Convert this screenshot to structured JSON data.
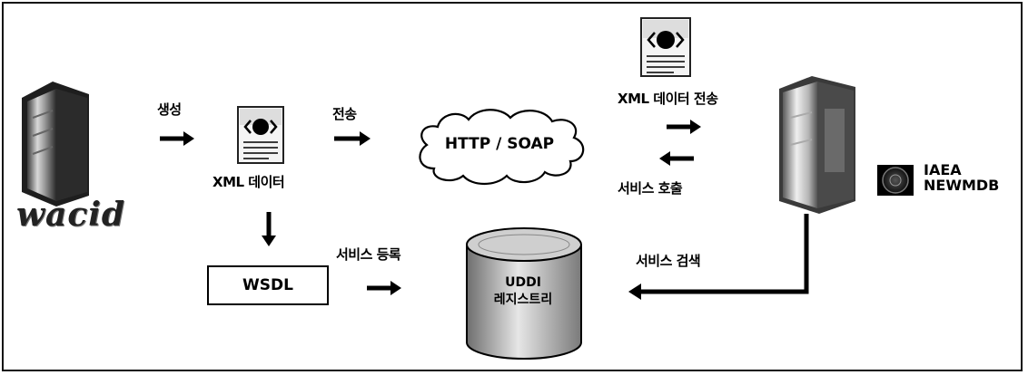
{
  "nodes": {
    "wacid": "wacid",
    "xml_data": "XML 데이터",
    "cloud": "HTTP / SOAP",
    "xml_transfer": "XML 데이터 전송",
    "iaea_line1": "IAEA",
    "iaea_line2": "NEWMDB",
    "wsdl": "WSDL",
    "uddi_line1": "UDDI",
    "uddi_line2": "레지스트리"
  },
  "edges": {
    "generate": "생성",
    "transmit": "전송",
    "service_call": "서비스 호출",
    "service_register": "서비스 등록",
    "service_search": "서비스 검색"
  }
}
